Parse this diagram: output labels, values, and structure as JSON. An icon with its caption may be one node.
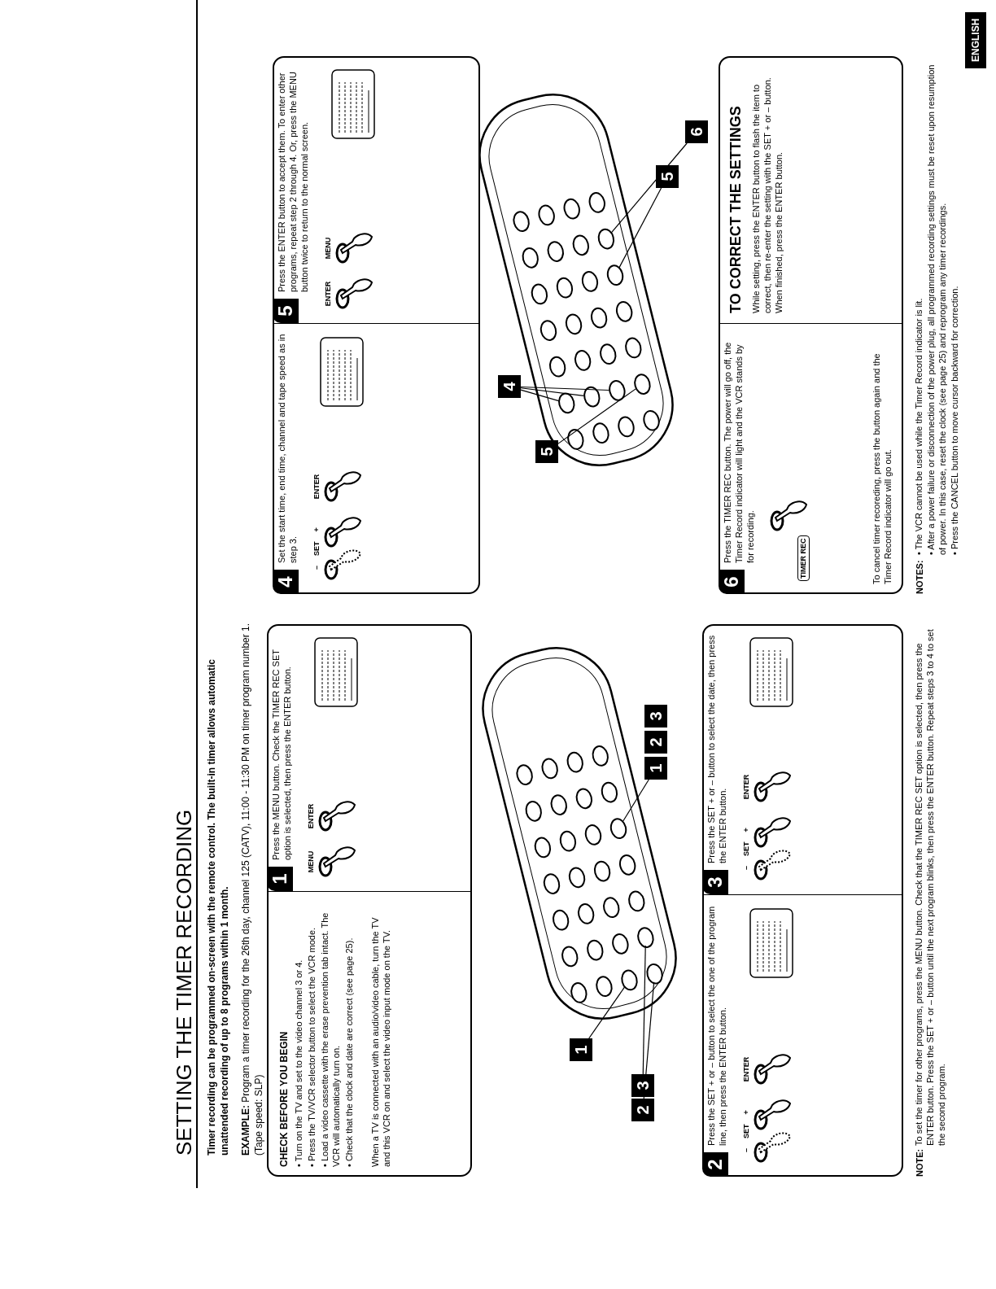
{
  "diagram": {
    "title": "SETTING THE TIMER RECORDING",
    "nodes": [
      {
        "text": [
          "CHECK BEFORE YOU BEGIN",
          "• Turn on the TV and set to the video channel 3 or 4.",
          "• Press the TV/VCR selector button to select the VCR mode.",
          "• Load a video cassette with the erase prevention tab intact. The VCR will automatically turn on.",
          "• Check that the clock and date are correct (see page 25).",
          "When a TV is connected with an audio/video cable, turn the TV and this VCR on and select the video input mode on the TV."
        ]
      },
      {
        "text": [
          "1",
          "Press the MENU button. Check the TIMER REC SET option is selected, then press the ENTER button.",
          "MENU",
          "ENTER"
        ]
      },
      {
        "text": [
          "2",
          "Press the SET + or – button to select the one of the program line, then press the ENTER button.",
          "–",
          "SET",
          "+",
          "ENTER"
        ]
      },
      {
        "text": [
          "3",
          "Press the SET + or – button to select the date, then press the ENTER button.",
          "–",
          "SET",
          "+",
          "ENTER"
        ]
      },
      {
        "text": [
          "4",
          "Set the start time, end time, channel and tape speed as in step 3.",
          "–",
          "SET",
          "+",
          "ENTER"
        ]
      },
      {
        "text": [
          "5",
          "Press the ENTER button to accept them. To enter other programs, repeat step 2 through 4. Or, press the MENU button twice to return to the normal screen.",
          "ENTER",
          "MENU"
        ]
      },
      {
        "text": [
          "6",
          "Press the TIMER REC button. The power will go off, the Timer Record indicator will light and the VCR stands by for recording.",
          "TIMER REC",
          "To cancel timer recoreding, press the button again and the Timer Record indicator will go out."
        ]
      },
      {
        "text": [
          "TO CORRECT THE SETTINGS",
          "While setting, press the ENTER button to flash the item to correct, then re-enter the setting with the SET + or – button.",
          "When finished, press the ENTER button."
        ]
      },
      {
        "text": [
          "1"
        ]
      },
      {
        "text": [
          "2"
        ]
      },
      {
        "text": [
          "3"
        ]
      },
      {
        "text": [
          "1"
        ]
      },
      {
        "text": [
          "2"
        ]
      },
      {
        "text": [
          "3"
        ]
      },
      {
        "text": [
          "4"
        ]
      },
      {
        "text": [
          "5"
        ]
      },
      {
        "text": [
          "5"
        ]
      },
      {
        "text": [
          "6"
        ]
      },
      {
        "text": [],
        "shape": "circle"
      },
      {
        "text": [],
        "shape": "circle"
      },
      {
        "text": [],
        "shape": "circle"
      },
      {
        "text": [],
        "shape": "circle"
      },
      {
        "text": [],
        "shape": "circle"
      },
      {
        "text": [],
        "shape": "circle"
      },
      {
        "text": [],
        "shape": "circle"
      },
      {
        "text": [],
        "shape": "circle"
      },
      {
        "text": [],
        "shape": "circle"
      },
      {
        "text": [],
        "shape": "circle"
      }
    ],
    "edges": [
      {
        "from": 8,
        "to": 18,
        "arrow": "none"
      },
      {
        "from": 9,
        "to": 19,
        "arrow": "none"
      },
      {
        "from": 10,
        "to": 20,
        "arrow": "none"
      },
      {
        "from": 11,
        "to": 21,
        "arrow": "none"
      },
      {
        "from": 14,
        "to": 22,
        "arrow": "none"
      },
      {
        "from": 14,
        "to": 23,
        "arrow": "none"
      },
      {
        "from": 14,
        "to": 24,
        "arrow": "none"
      },
      {
        "from": 15,
        "to": 25,
        "arrow": "none"
      },
      {
        "from": 16,
        "to": 26,
        "arrow": "none"
      },
      {
        "from": 17,
        "to": 27,
        "arrow": "none"
      }
    ],
    "labels": [
      "Timer recording can be programmed on-screen with the remote control. The built-in timer allows automatic unattended recording of up to 8 programs within 1 month.",
      "**EXAMPLE:** Program a timer recording for the 26th day, channel 125 (CATV), 11:00 - 11:30 PM on timer program number 1. (Tape speed: SLP)",
      "NOTE:",
      "To set the timer for other programs, press the MENU button. Check that the TIMER REC SET option is selected, then press the ENTER button. Press the SET + or – button until the next program blinks, then press the ENTER button. Repeat steps 3 to 4 to set the second program.",
      "NOTES:",
      "• The VCR cannot be used while the Timer Record indicator is lit.",
      "• After a power failure or disconnection of the power plug, all programmed recording settings must be reset upon resumption of power. In this case, reset the clock (see page 25) and reprogram any timer recordings.",
      "• Press the CANCEL button to move cursor backward for correction.",
      "ENGLISH"
    ]
  }
}
